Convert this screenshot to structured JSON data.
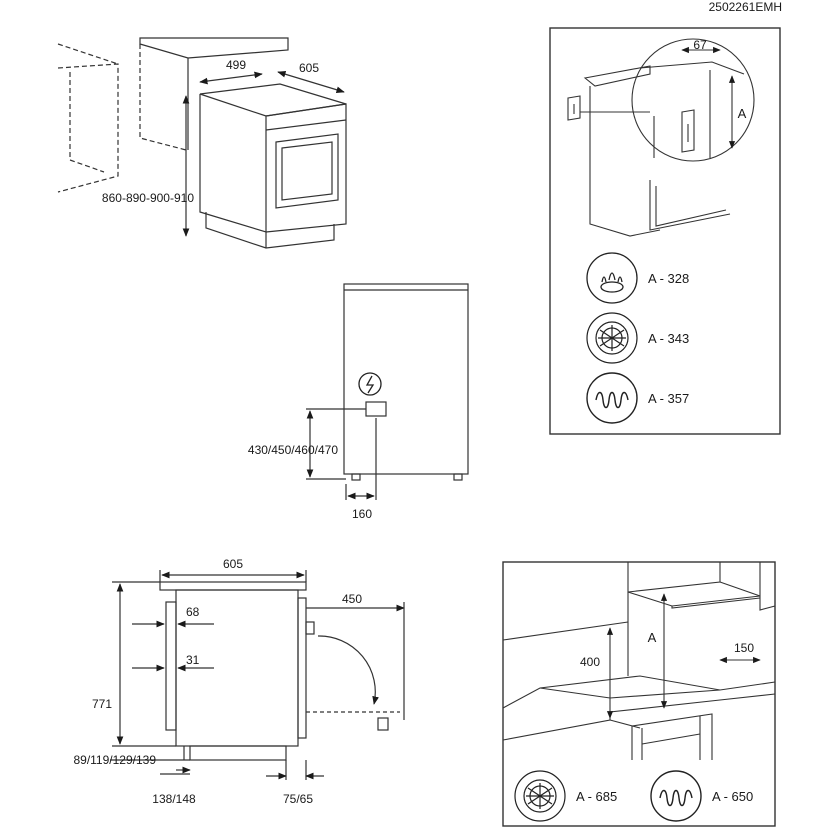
{
  "doc_code": "2502261EMH",
  "install_view": {
    "width_label": "499",
    "depth_label": "605",
    "height_label": "860-890-900-910"
  },
  "side_panel": {
    "detail_dim": "67",
    "detail_letter": "A",
    "items": [
      {
        "icon": "gas-burner-icon",
        "label": "A - 328"
      },
      {
        "icon": "radiant-hob-icon",
        "label": "A - 343"
      },
      {
        "icon": "coil-hob-icon",
        "label": "A - 357"
      }
    ]
  },
  "connection_view": {
    "icon": "electric-connection-icon",
    "height_label": "430/450/460/470",
    "offset_label": "160"
  },
  "dimension_view": {
    "width_label": "605",
    "door_label": "450",
    "side_a": "68",
    "side_b": "31",
    "height_label": "771",
    "plinth_label": "89/119/129/139",
    "foot_left": "138/148",
    "foot_right": "75/65"
  },
  "clearance_panel": {
    "height_label": "400",
    "letter": "A",
    "side_gap": "150",
    "items": [
      {
        "icon": "radiant-hob-icon",
        "label": "A - 685"
      },
      {
        "icon": "coil-hob-icon",
        "label": "A - 650"
      }
    ]
  }
}
